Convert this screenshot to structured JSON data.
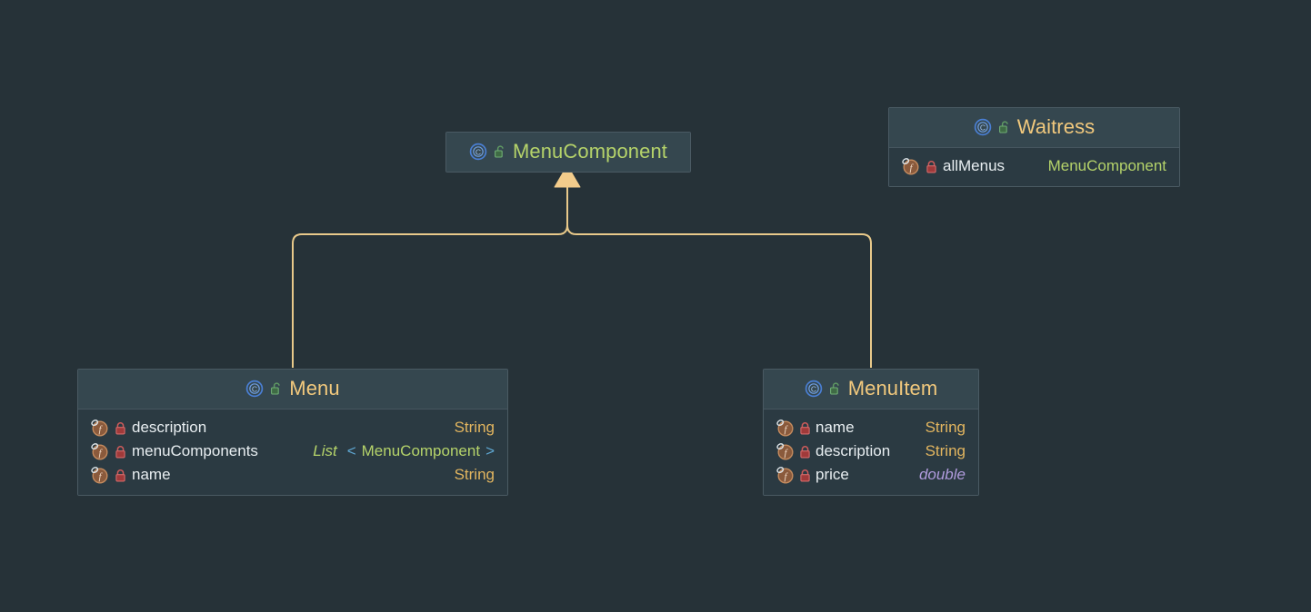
{
  "diagram": {
    "type": "uml-class-diagram",
    "background_color": "#263238",
    "edge_color": "#e8c98a",
    "relationship": "inheritance",
    "title_colors": {
      "abstract": "#b5d36a",
      "concrete": "#f2c97d"
    }
  },
  "icons": {
    "class": "class-icon",
    "public": "unlock-icon",
    "private": "lock-icon",
    "field": "field-icon"
  },
  "nodes": {
    "menucomponent": {
      "name": "MenuComponent",
      "kind": "class",
      "visibility": "public",
      "members": []
    },
    "waitress": {
      "name": "Waitress",
      "kind": "class",
      "visibility": "public",
      "members": [
        {
          "name": "allMenus",
          "type": "MenuComponent",
          "visibility": "private",
          "kind": "field"
        }
      ]
    },
    "menu": {
      "name": "Menu",
      "kind": "class",
      "visibility": "public",
      "members": [
        {
          "name": "description",
          "type": "String",
          "visibility": "private",
          "kind": "field"
        },
        {
          "name": "menuComponents",
          "type": "List<MenuComponent>",
          "type_generic_base": "List",
          "type_generic_open": "<",
          "type_generic_arg": "MenuComponent",
          "type_generic_close": ">",
          "visibility": "private",
          "kind": "field"
        },
        {
          "name": "name",
          "type": "String",
          "visibility": "private",
          "kind": "field"
        }
      ]
    },
    "menuitem": {
      "name": "MenuItem",
      "kind": "class",
      "visibility": "public",
      "members": [
        {
          "name": "name",
          "type": "String",
          "visibility": "private",
          "kind": "field"
        },
        {
          "name": "description",
          "type": "String",
          "visibility": "private",
          "kind": "field"
        },
        {
          "name": "price",
          "type": "double",
          "visibility": "private",
          "kind": "field"
        }
      ]
    }
  },
  "edges": [
    {
      "from": "Menu",
      "to": "MenuComponent",
      "kind": "inheritance"
    },
    {
      "from": "MenuItem",
      "to": "MenuComponent",
      "kind": "inheritance"
    }
  ]
}
